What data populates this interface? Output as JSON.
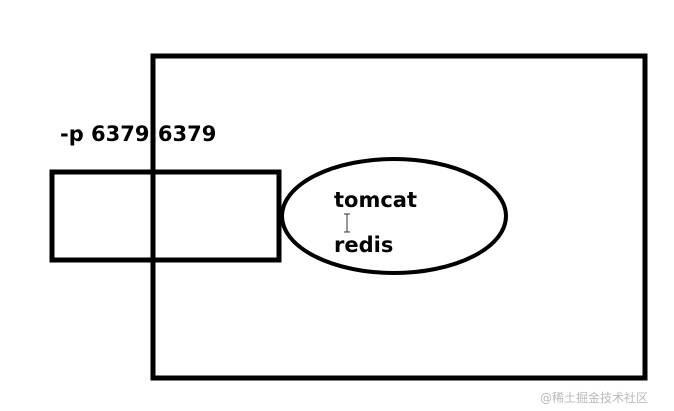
{
  "diagram": {
    "port_mapping_label": "-p 6379:6379",
    "container_contents": [
      "tomcat",
      "redis"
    ],
    "watermark": "@稀土掘金技术社区",
    "colors": {
      "stroke": "#000000",
      "background": "#ffffff",
      "watermark": "#b9b9b9"
    }
  }
}
